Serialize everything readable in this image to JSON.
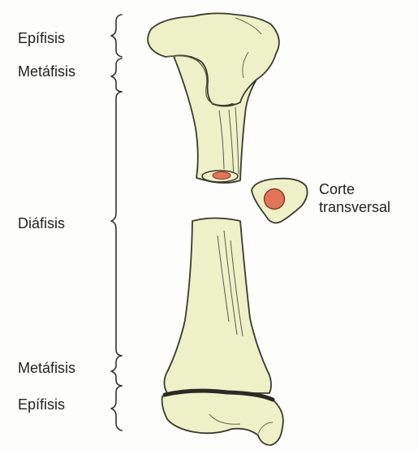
{
  "labels": {
    "epiphysis_top": "Epífisis",
    "metaphysis_top": "Metáfisis",
    "diaphysis": "Diáfisis",
    "metaphysis_bottom": "Metáfisis",
    "epiphysis_bottom": "Epífisis",
    "cross_section_line1": "Corte",
    "cross_section_line2": "transversal"
  },
  "colors": {
    "bone_fill": "#eef0c8",
    "bone_outline": "#3a3a30",
    "marrow_fill": "#e2745a",
    "background": "#fdfdfb"
  }
}
